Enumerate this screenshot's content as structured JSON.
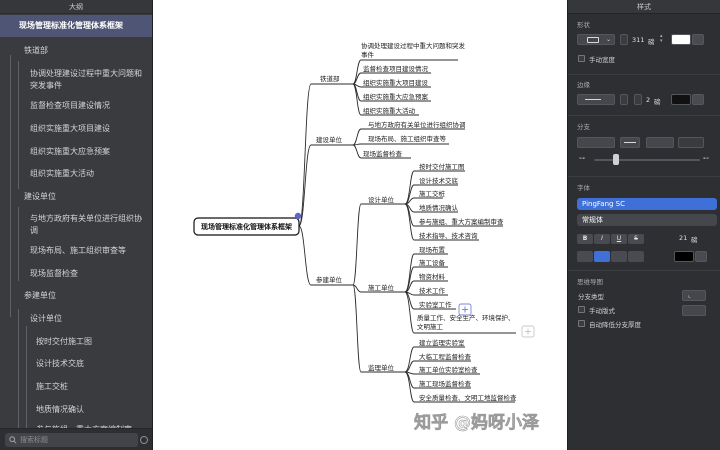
{
  "outline": {
    "header": "大纲",
    "items": [
      {
        "label": "现场管理标准化管理体系框架",
        "selected": true
      },
      {
        "label": "铁道部"
      },
      {
        "label": "协调处理建设过程中重大问题和突发事件"
      },
      {
        "label": "监督检查项目建设情况"
      },
      {
        "label": "组织实施重大项目建设"
      },
      {
        "label": "组织实施重大应急预案"
      },
      {
        "label": "组织实施重大活动"
      },
      {
        "label": "建设单位"
      },
      {
        "label": "与地方政府有关单位进行组织协调"
      },
      {
        "label": "现场布局、施工组织审查等"
      },
      {
        "label": "现场监督检查"
      },
      {
        "label": "参建单位"
      },
      {
        "label": "设计单位"
      },
      {
        "label": "按时交付施工图"
      },
      {
        "label": "设计技术交底"
      },
      {
        "label": "施工交桩"
      },
      {
        "label": "地质情况确认"
      },
      {
        "label": "参与施组、重大方案编制审"
      }
    ],
    "search_placeholder": "搜索标题"
  },
  "mindmap": {
    "root": "现场管理标准化管理体系框架",
    "branches": [
      {
        "label": "铁道部",
        "children": [
          "协调处理建设过程中重大问题和突发事件",
          "监督检查项目建设情况",
          "组织实施重大项目建设",
          "组织实施重大应急预案",
          "组织实施重大活动"
        ]
      },
      {
        "label": "建设单位",
        "children": [
          "与地方政府有关单位进行组织协调",
          "现场布局、施工组织审查等",
          "现场监督检查"
        ]
      },
      {
        "label": "参建单位",
        "groups": [
          {
            "label": "设计单位",
            "children": [
              "按时交付施工图",
              "设计技术交底",
              "施工交桩",
              "地质情况确认",
              "参与施组、重大方案编制审查",
              "技术指导、技术咨询"
            ]
          },
          {
            "label": "施工单位",
            "children": [
              "现场布置",
              "施工设备",
              "物资材料",
              "技术工作",
              "实验室工作",
              "质量工作、安全生产、环境保护、文明施工"
            ]
          },
          {
            "label": "监理单位",
            "children": [
              "建立监理实验室",
              "大临工程监督检查",
              "施工单位实验室检查",
              "施工现场监督检查",
              "安全质量检查、文明工地监督检查"
            ]
          }
        ]
      }
    ],
    "watermark": "知乎 @妈呀小泽"
  },
  "panel": {
    "header": "样式",
    "shape": {
      "label": "形状",
      "width_value": "311",
      "width_unit": "磅",
      "manual_width": "手动宽度",
      "fill_color": "#ffffff"
    },
    "border": {
      "label": "边缘",
      "thickness_value": "2",
      "thickness_unit": "磅",
      "color": "#111111"
    },
    "branch": {
      "label": "分支"
    },
    "font": {
      "label": "字体",
      "family": "PingFang SC",
      "weight": "常规体",
      "bold": "B",
      "italic": "I",
      "underline": "U",
      "strike": "S",
      "size_value": "21",
      "size_unit": "磅",
      "color": "#000000"
    },
    "mindmap": {
      "label": "思维导图",
      "branch_type": "分支类型",
      "manual_layout": "手动版式",
      "auto_reduce": "自动降低分支厚度"
    }
  }
}
